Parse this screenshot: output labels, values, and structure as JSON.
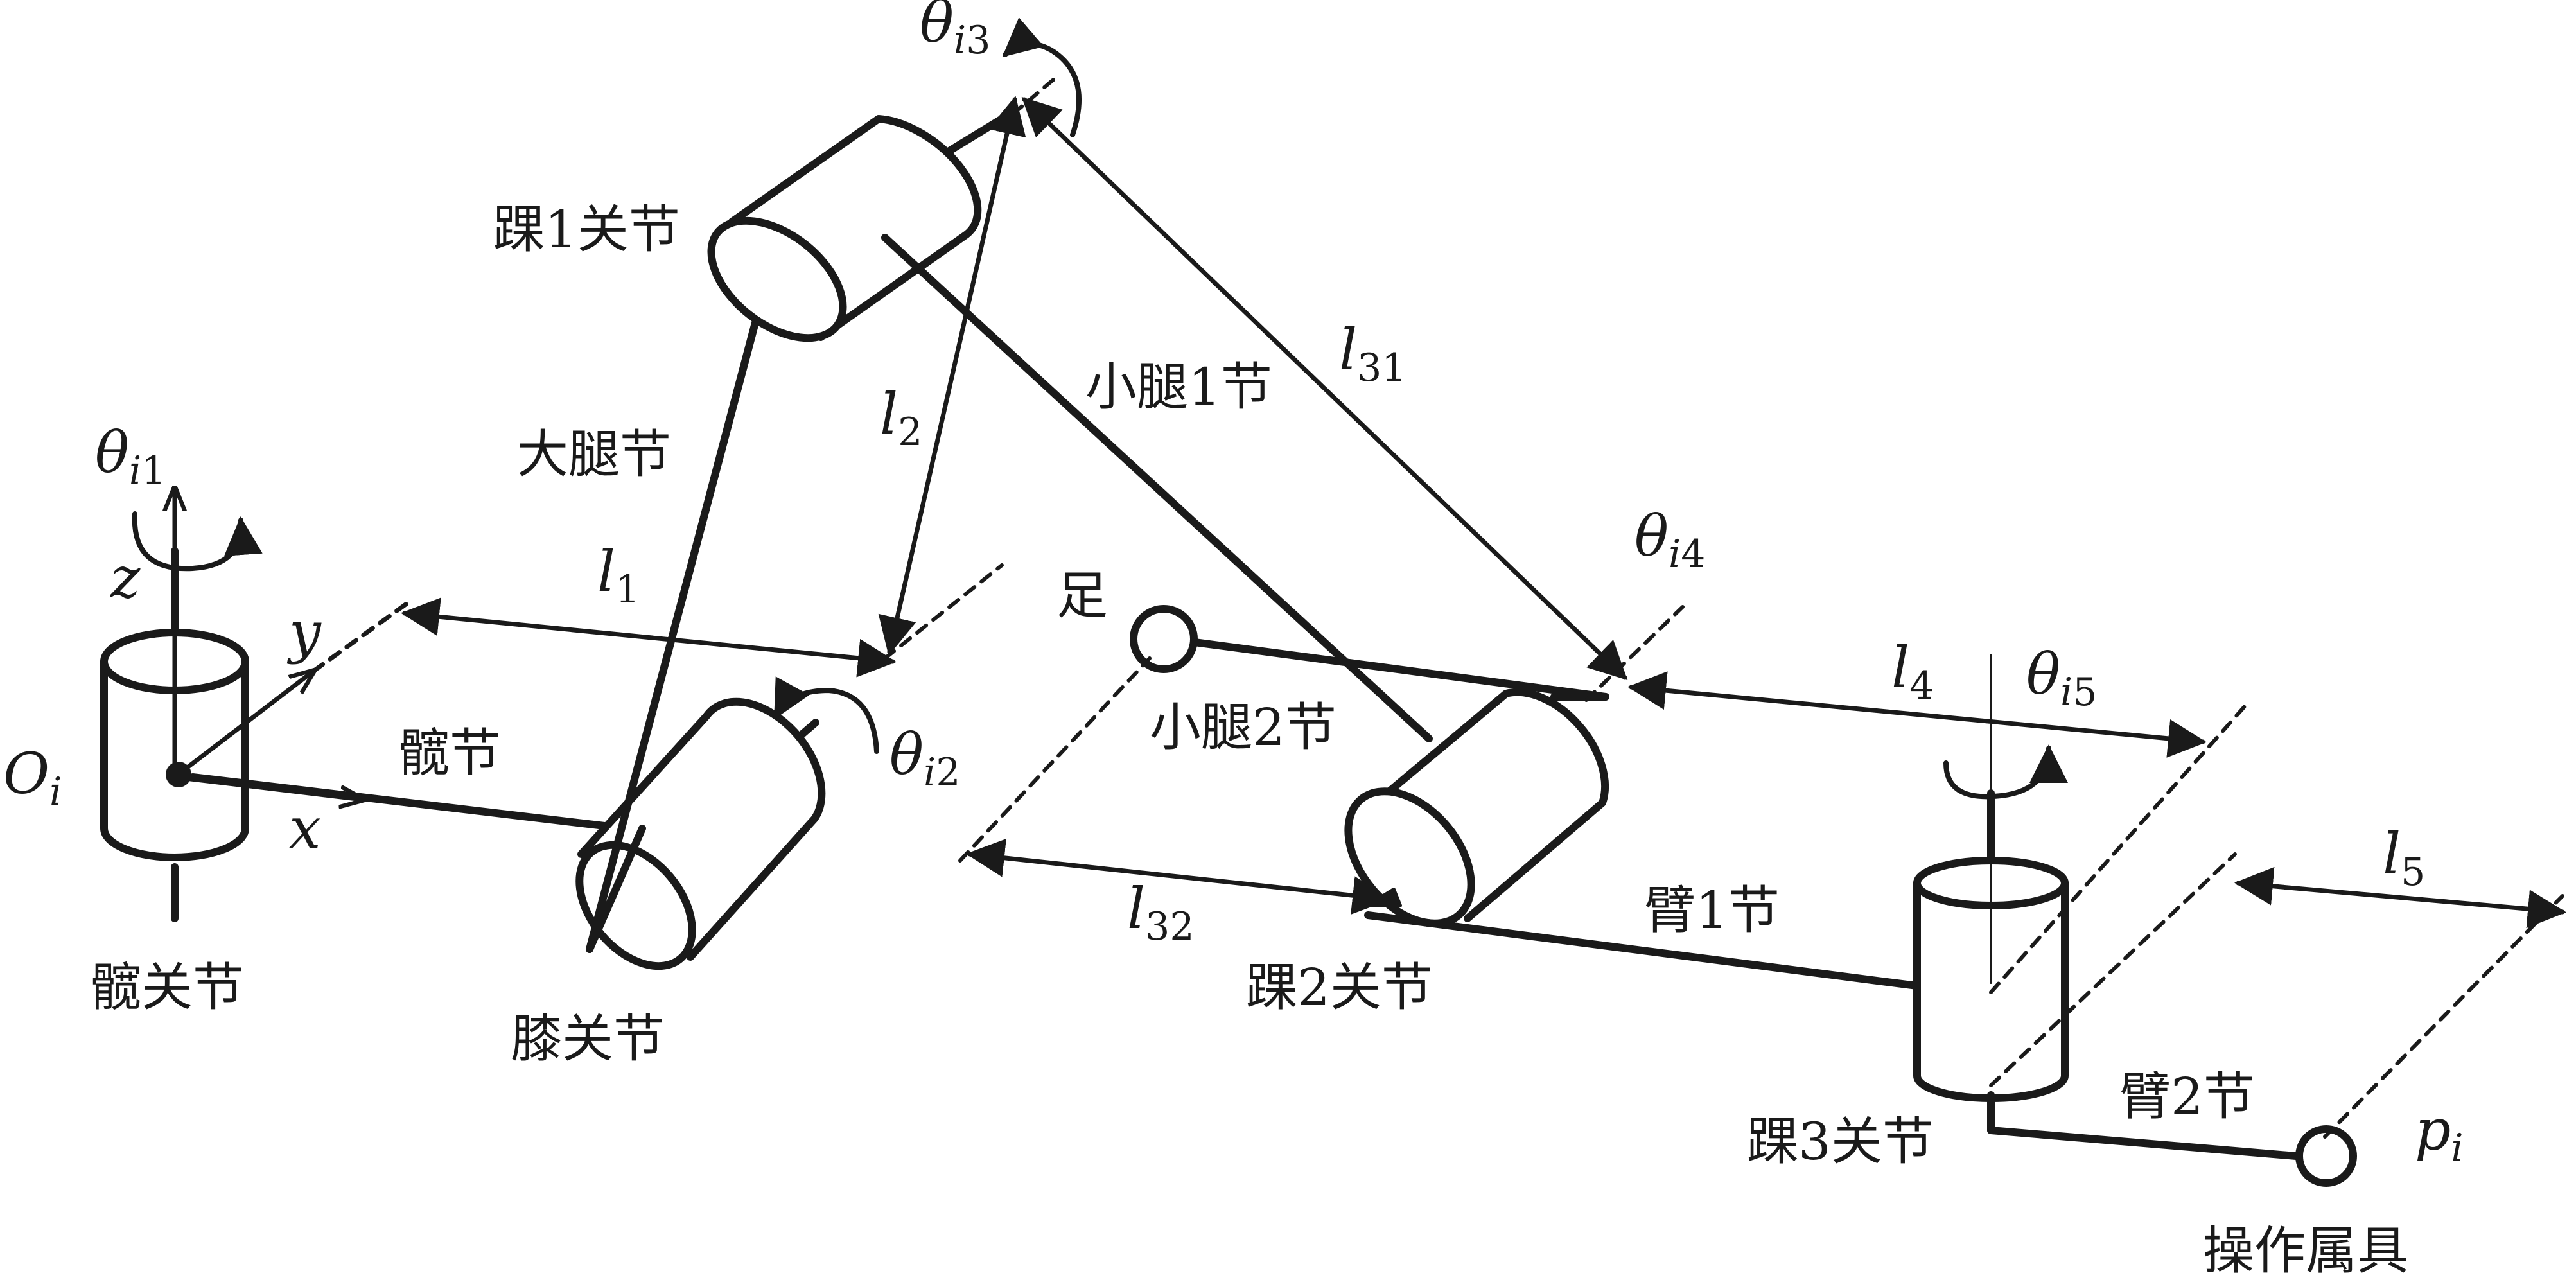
{
  "labels": {
    "hip_joint": "髋关节",
    "hip_link": "髋节",
    "knee_joint": "膝关节",
    "thigh_link": "大腿节",
    "ankle1_joint": "踝1关节",
    "shank1_link": "小腿1节",
    "shank2_link": "小腿2节",
    "foot": "足",
    "ankle2_joint": "踝2关节",
    "arm1_link": "臂1节",
    "ankle3_joint": "踝3关节",
    "arm2_link": "臂2节",
    "tool": "操作属具"
  },
  "symbols": {
    "origin": {
      "main": "O",
      "sub": "i"
    },
    "axis_x": "x",
    "axis_y": "y",
    "axis_z": "z",
    "theta_i1": {
      "main": "θ",
      "sub_i": "i",
      "sub_n": "1"
    },
    "theta_i2": {
      "main": "θ",
      "sub_i": "i",
      "sub_n": "2"
    },
    "theta_i3": {
      "main": "θ",
      "sub_i": "i",
      "sub_n": "3"
    },
    "theta_i4": {
      "main": "θ",
      "sub_i": "i",
      "sub_n": "4"
    },
    "theta_i5": {
      "main": "θ",
      "sub_i": "i",
      "sub_n": "5"
    },
    "l1": {
      "main": "l",
      "sub": "1"
    },
    "l2": {
      "main": "l",
      "sub": "2"
    },
    "l31": {
      "main": "l",
      "sub": "31"
    },
    "l32": {
      "main": "l",
      "sub": "32"
    },
    "l4": {
      "main": "l",
      "sub": "4"
    },
    "l5": {
      "main": "l",
      "sub": "5"
    },
    "p_i": {
      "main": "p",
      "sub": "i"
    }
  }
}
